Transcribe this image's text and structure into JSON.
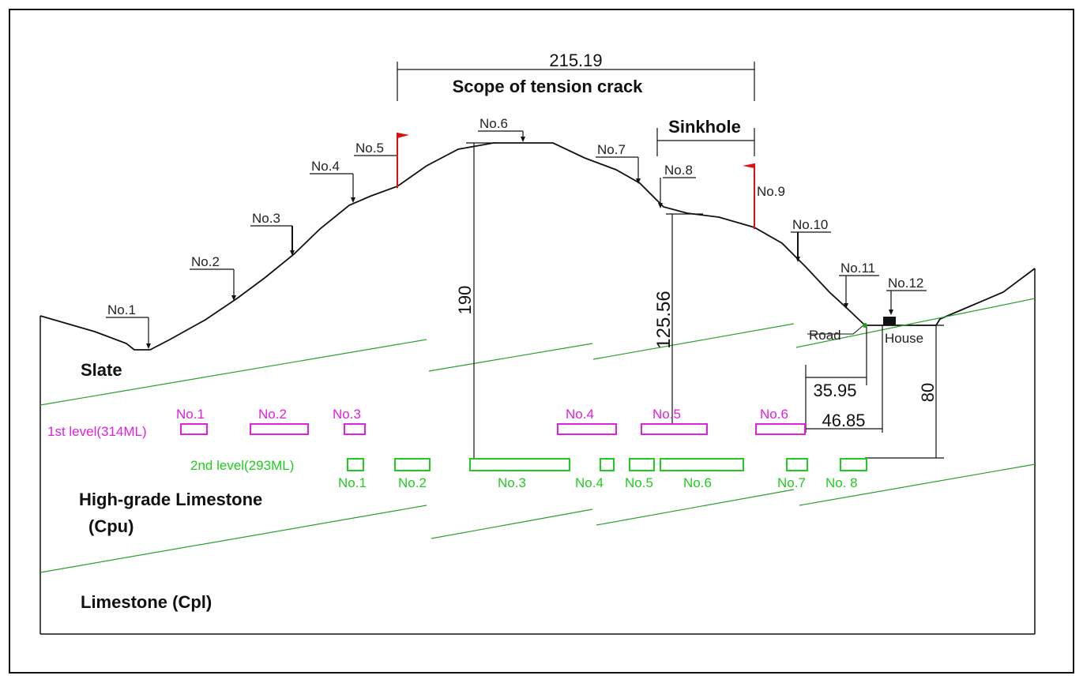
{
  "dimensions": {
    "tension_crack_width": "215.19",
    "tension_crack_label": "Scope of tension crack",
    "sinkhole_label": "Sinkhole",
    "height_190": "190",
    "height_125": "125.56",
    "dist_35": "35.95",
    "dist_46": "46.85",
    "height_80": "80"
  },
  "stations": [
    "No.1",
    "No.2",
    "No.3",
    "No.4",
    "No.5",
    "No.6",
    "No.7",
    "No.8",
    "No.9",
    "No.10",
    "No.11",
    "No.12"
  ],
  "site_labels": {
    "road": "Road",
    "house": "House"
  },
  "geology": {
    "slate": "Slate",
    "high_grade_1": "High-grade Limestone",
    "high_grade_2": "(Cpu)",
    "limestone": "Limestone (Cpl)"
  },
  "levels": {
    "first": {
      "label": "1st level(314ML)",
      "color": "#e020e0",
      "items": [
        "No.1",
        "No.2",
        "No.3",
        "No.4",
        "No.5",
        "No.6"
      ]
    },
    "second": {
      "label": "2nd level(293ML)",
      "color": "#20cc20",
      "items": [
        "No.1",
        "No.2",
        "No.3",
        "No.4",
        "No.5",
        "No.6",
        "No.7",
        "No. 8"
      ]
    }
  },
  "colors": {
    "flag": "#e01010",
    "bedding": "#2aa02a",
    "profile": "#111111"
  }
}
